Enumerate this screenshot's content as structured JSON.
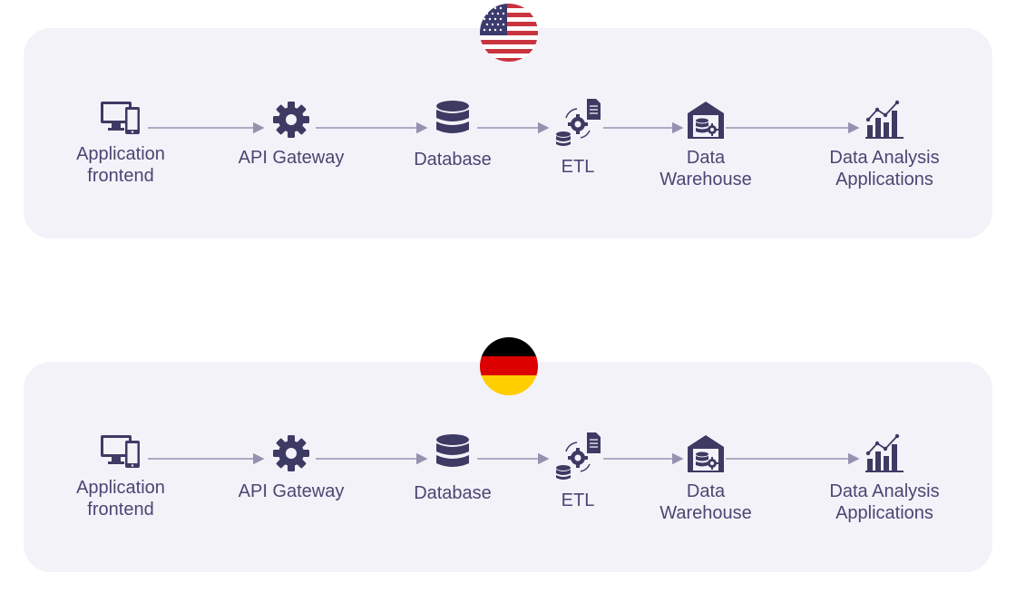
{
  "colors": {
    "panel_bg": "#f4f2f9",
    "icon": "#3d3a63",
    "connector": "#9592b0",
    "label": "#4a4672"
  },
  "regions": [
    {
      "flag": "us-flag-icon",
      "steps": [
        {
          "label": "Application frontend",
          "icon": "monitor-phone-icon"
        },
        {
          "label": "API Gateway",
          "icon": "gear-icon"
        },
        {
          "label": "Database",
          "icon": "database-icon"
        },
        {
          "label": "ETL",
          "icon": "etl-icon"
        },
        {
          "label": "Data Warehouse",
          "icon": "warehouse-icon"
        },
        {
          "label": "Data Analysis Applications",
          "icon": "bar-chart-icon"
        }
      ]
    },
    {
      "flag": "germany-flag-icon",
      "steps": [
        {
          "label": "Application frontend",
          "icon": "monitor-phone-icon"
        },
        {
          "label": "API Gateway",
          "icon": "gear-icon"
        },
        {
          "label": "Database",
          "icon": "database-icon"
        },
        {
          "label": "ETL",
          "icon": "etl-icon"
        },
        {
          "label": "Data Warehouse",
          "icon": "warehouse-icon"
        },
        {
          "label": "Data Analysis Applications",
          "icon": "bar-chart-icon"
        }
      ]
    }
  ]
}
